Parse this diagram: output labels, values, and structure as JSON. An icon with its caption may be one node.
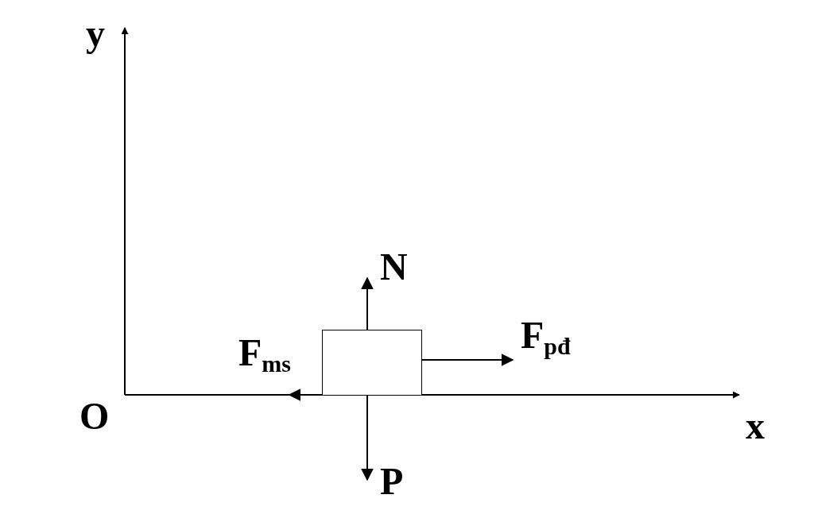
{
  "diagram": {
    "nodes": [
      {
        "text": [],
        "shape": "box"
      }
    ],
    "labels": [
      "y",
      "N",
      "F$_{pđ}$",
      "F$_{ms}$",
      "O",
      "x",
      "P"
    ]
  }
}
